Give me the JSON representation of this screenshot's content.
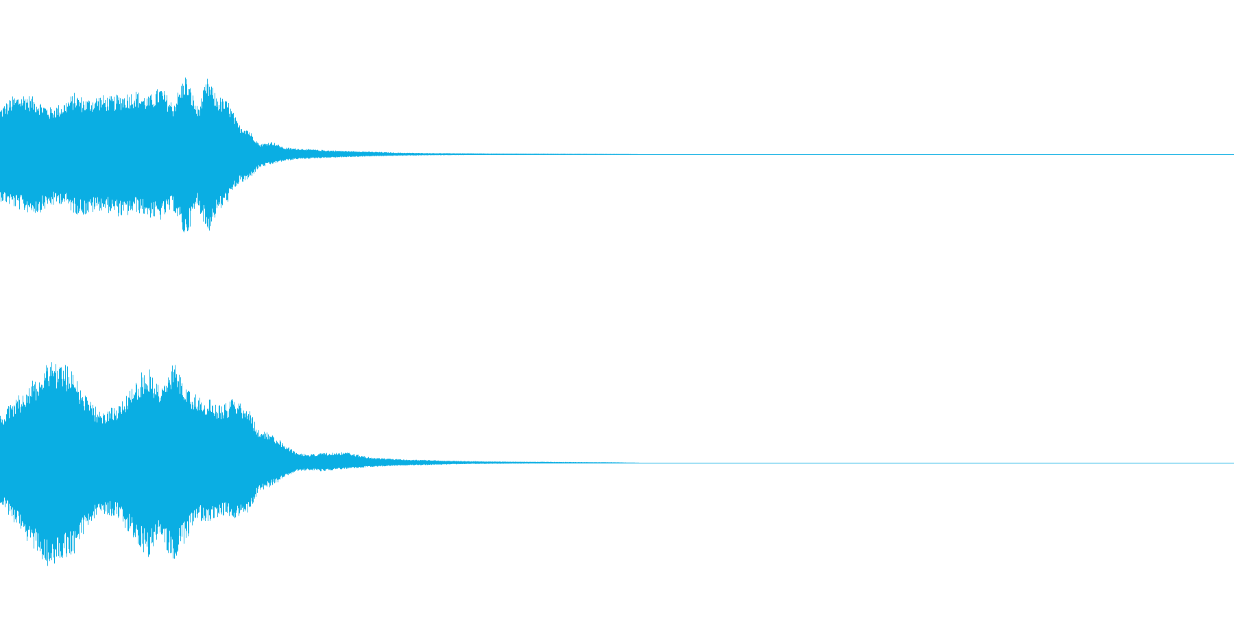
{
  "chart_data": {
    "type": "area",
    "grid": false,
    "legend": "none",
    "color": "#0aaee3",
    "x_range": [
      0,
      1
    ],
    "y_range": [
      -1,
      1
    ],
    "series": [
      {
        "envelope": {
          "x": [
            0.0,
            0.01,
            0.02,
            0.03,
            0.04,
            0.05,
            0.06,
            0.07,
            0.08,
            0.09,
            0.1,
            0.11,
            0.12,
            0.13,
            0.14,
            0.15,
            0.16,
            0.168,
            0.175,
            0.185,
            0.193,
            0.2,
            0.21,
            0.22,
            0.23,
            0.24,
            0.26,
            0.28,
            0.3,
            0.32,
            0.35,
            0.4,
            0.45,
            0.5,
            0.52,
            1.0
          ],
          "top": [
            0.55,
            0.68,
            0.72,
            0.65,
            0.55,
            0.6,
            0.72,
            0.65,
            0.7,
            0.68,
            0.72,
            0.75,
            0.68,
            0.8,
            0.6,
            0.95,
            0.55,
            0.9,
            0.7,
            0.62,
            0.35,
            0.32,
            0.12,
            0.15,
            0.08,
            0.07,
            0.05,
            0.04,
            0.03,
            0.02,
            0.014,
            0.008,
            0.005,
            0.003,
            0.0,
            0.0
          ],
          "bottom": [
            0.55,
            0.62,
            0.68,
            0.7,
            0.62,
            0.58,
            0.7,
            0.72,
            0.66,
            0.7,
            0.75,
            0.68,
            0.74,
            0.78,
            0.65,
            1.0,
            0.6,
            0.95,
            0.72,
            0.55,
            0.35,
            0.32,
            0.16,
            0.12,
            0.08,
            0.06,
            0.045,
            0.035,
            0.025,
            0.018,
            0.012,
            0.007,
            0.004,
            0.002,
            0.0,
            0.0
          ]
        }
      },
      {
        "envelope": {
          "x": [
            0.0,
            0.01,
            0.02,
            0.03,
            0.04,
            0.05,
            0.06,
            0.07,
            0.08,
            0.09,
            0.095,
            0.11,
            0.12,
            0.13,
            0.14,
            0.15,
            0.16,
            0.17,
            0.18,
            0.19,
            0.2,
            0.21,
            0.22,
            0.23,
            0.24,
            0.25,
            0.26,
            0.28,
            0.3,
            0.33,
            0.35,
            0.38,
            0.4,
            0.45,
            0.5,
            0.52,
            1.0
          ],
          "top": [
            0.45,
            0.58,
            0.7,
            0.82,
            1.0,
            0.95,
            0.88,
            0.62,
            0.5,
            0.52,
            0.55,
            0.8,
            0.92,
            0.72,
            0.95,
            0.78,
            0.62,
            0.6,
            0.55,
            0.62,
            0.55,
            0.3,
            0.28,
            0.18,
            0.1,
            0.08,
            0.09,
            0.1,
            0.05,
            0.03,
            0.025,
            0.015,
            0.012,
            0.008,
            0.004,
            0.0,
            0.0
          ],
          "bottom": [
            0.4,
            0.55,
            0.72,
            0.85,
            1.0,
            0.92,
            0.86,
            0.6,
            0.48,
            0.5,
            0.52,
            0.75,
            0.9,
            0.7,
            0.95,
            0.75,
            0.55,
            0.55,
            0.5,
            0.55,
            0.5,
            0.28,
            0.22,
            0.15,
            0.08,
            0.07,
            0.08,
            0.06,
            0.04,
            0.025,
            0.02,
            0.012,
            0.01,
            0.006,
            0.003,
            0.0,
            0.0
          ]
        }
      }
    ]
  }
}
